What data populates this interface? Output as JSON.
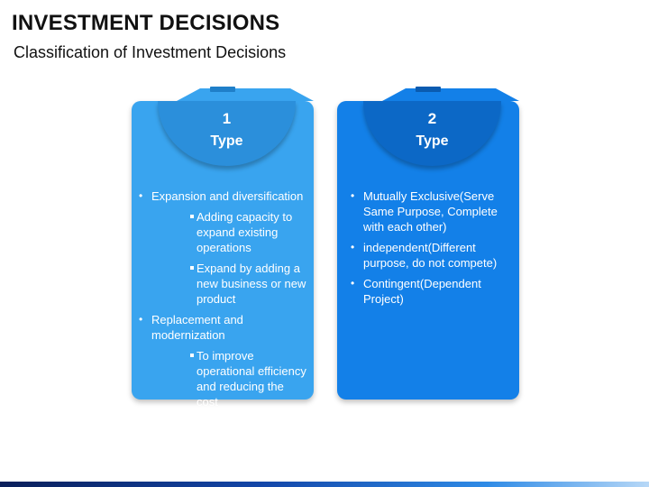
{
  "slide": {
    "title": "INVESTMENT DECISIONS",
    "subtitle": "Classification of Investment Decisions"
  },
  "cards": [
    {
      "number": "1",
      "label": "Type",
      "color": "#39a4ef",
      "items": [
        {
          "text": "Expansion and diversification",
          "subitems": [
            "Adding capacity to expand existing operations",
            "Expand by adding a new business or new product"
          ]
        },
        {
          "text": "Replacement and modernization",
          "subitems": [
            "To improve operational efficiency and reducing the cost"
          ]
        }
      ]
    },
    {
      "number": "2",
      "label": "Type",
      "color": "#1380e8",
      "items": [
        {
          "text": "Mutually Exclusive(Serve Same Purpose, Complete with each other)"
        },
        {
          "text": "independent(Different purpose, do not compete)"
        },
        {
          "text": "Contingent(Dependent Project)"
        }
      ]
    }
  ]
}
